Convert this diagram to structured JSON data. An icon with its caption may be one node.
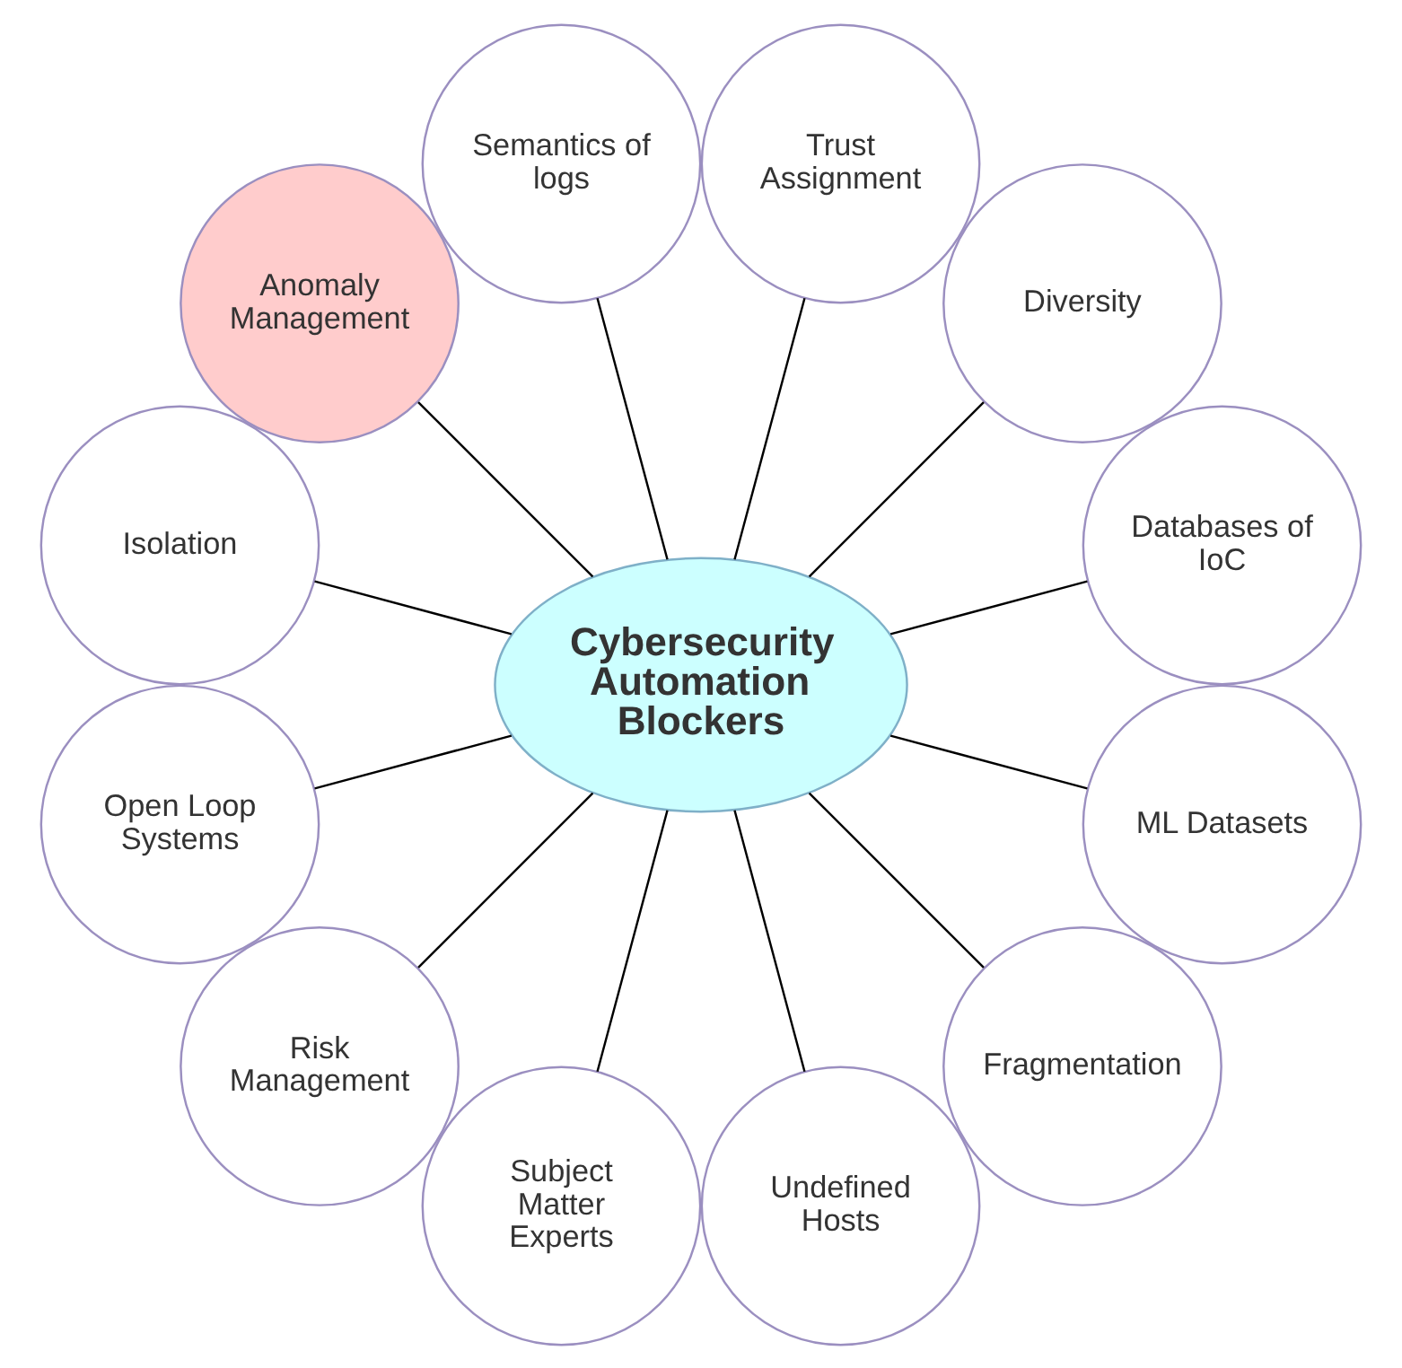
{
  "diagram": {
    "nodes": [
      {
        "text": [
          "Cybersecurity Automation Blockers"
        ]
      },
      {
        "text": [
          "Databases of IoC"
        ]
      },
      {
        "text": [
          "Diversity"
        ]
      },
      {
        "text": [
          "Trust Assignment"
        ]
      },
      {
        "text": [
          "Semantics of logs"
        ]
      },
      {
        "text": [
          "Anomaly Management"
        ]
      },
      {
        "text": [
          "Isolation"
        ]
      },
      {
        "text": [
          "Open Loop Systems"
        ]
      },
      {
        "text": [
          "Risk Management"
        ]
      },
      {
        "text": [
          "Subject Matter Experts"
        ]
      },
      {
        "text": [
          "Undefined Hosts"
        ]
      },
      {
        "text": [
          "Fragmentation"
        ]
      },
      {
        "text": [
          "ML Datasets"
        ]
      }
    ],
    "edges": [
      {
        "from": 0,
        "to": 1,
        "arrow": "none"
      },
      {
        "from": 0,
        "to": 2,
        "arrow": "none"
      },
      {
        "from": 0,
        "to": 3,
        "arrow": "none"
      },
      {
        "from": 0,
        "to": 4,
        "arrow": "none"
      },
      {
        "from": 0,
        "to": 5,
        "arrow": "none"
      },
      {
        "from": 0,
        "to": 6,
        "arrow": "none"
      },
      {
        "from": 0,
        "to": 7,
        "arrow": "none"
      },
      {
        "from": 0,
        "to": 8,
        "arrow": "none"
      },
      {
        "from": 0,
        "to": 9,
        "arrow": "none"
      },
      {
        "from": 0,
        "to": 10,
        "arrow": "none"
      },
      {
        "from": 0,
        "to": 11,
        "arrow": "none"
      },
      {
        "from": 0,
        "to": 12,
        "arrow": "none"
      }
    ]
  }
}
